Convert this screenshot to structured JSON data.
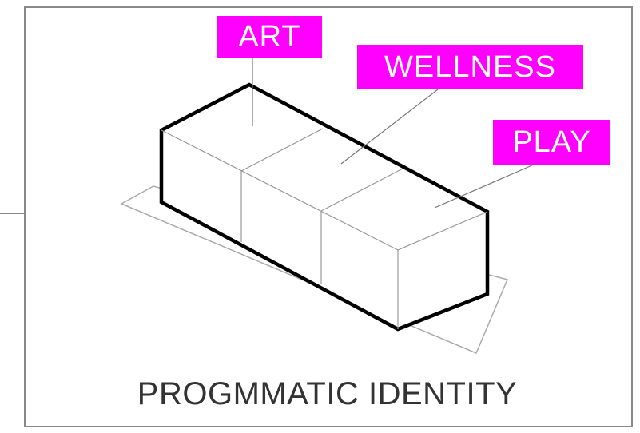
{
  "colors": {
    "label_background": "#ff00ff",
    "label_text": "#ffffff",
    "outline": "#000000",
    "thin_line": "#999999",
    "caption_text": "#333333"
  },
  "labels": {
    "art": "ART",
    "wellness": "WELLNESS",
    "play": "PLAY"
  },
  "caption": "PROGMMATIC IDENTITY"
}
